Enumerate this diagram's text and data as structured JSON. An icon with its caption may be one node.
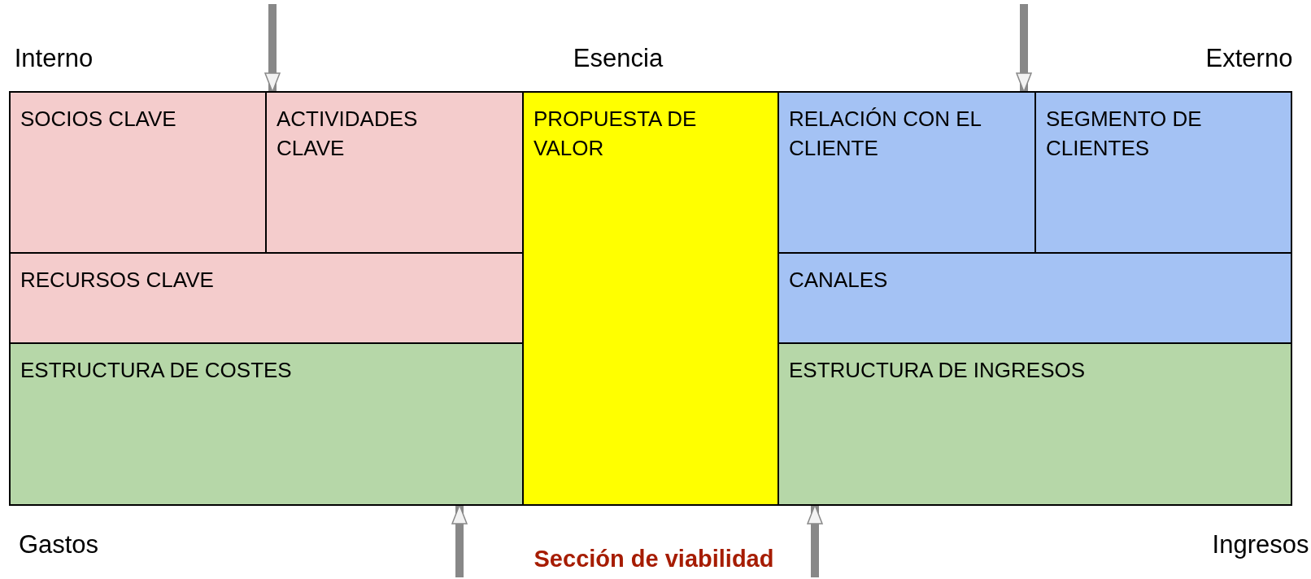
{
  "diagram": {
    "nodes": [
      {
        "text": [
          "SOCIOS CLAVE"
        ]
      },
      {
        "text": [
          "ACTIVIDADES CLAVE"
        ]
      },
      {
        "text": [
          "PROPUESTA DE VALOR"
        ]
      },
      {
        "text": [
          "RELACIÓN CON EL CLIENTE"
        ]
      },
      {
        "text": [
          "SEGMENTO DE CLIENTES"
        ]
      },
      {
        "text": [
          "RECURSOS CLAVE"
        ]
      },
      {
        "text": [
          "CANALES"
        ]
      },
      {
        "text": [
          "ESTRUCTURA DE COSTES"
        ]
      },
      {
        "text": [
          "ESTRUCTURA DE INGRESOS"
        ]
      }
    ],
    "edges": [
      {
        "from": null,
        "to": 1,
        "arrow": "to"
      },
      {
        "from": null,
        "to": 3,
        "arrow": "to"
      },
      {
        "from": null,
        "to": 7,
        "arrow": "to"
      },
      {
        "from": null,
        "to": 8,
        "arrow": "to"
      }
    ],
    "labels": [
      "Interno",
      "Esencia",
      "Externo",
      "Gastos",
      "Sección de viabilidad",
      "Ingresos"
    ]
  }
}
